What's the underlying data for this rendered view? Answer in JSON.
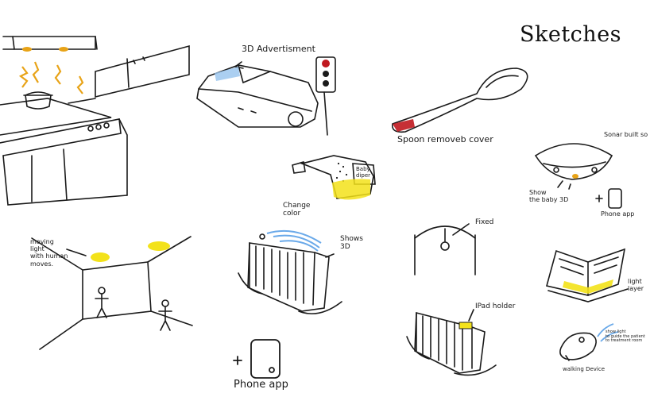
{
  "title": "Sketches",
  "labels": {
    "ad": "3D Advertisment",
    "spoon": "Spoon removeb cover",
    "sonar": "Sonar built so",
    "show_baby": "Show\nthe baby 3D",
    "phone_small": "Phone app",
    "change_color": "Change\ncolor",
    "diaper_text": "Baby\ndiper",
    "moving_light": "moving\nlight\nwith human\nmoves.",
    "shows": "Shows\n3D",
    "fixed": "Fixed",
    "light_layer": "light\nlayer",
    "ipad_holder": "IPad holder",
    "phone_large": "Phone app",
    "walking_device": "walking Device",
    "walking_tiny": "show light\nto guide the patient\nto treatment room",
    "plus1": "+",
    "plus2": "+"
  },
  "colors": {
    "ink": "#1a1a1a",
    "yellow": "#f3e21a",
    "orange": "#e8a317",
    "blue": "#6aa9e9",
    "red": "#c0181f",
    "light_yellow": "#f7ee8a"
  }
}
